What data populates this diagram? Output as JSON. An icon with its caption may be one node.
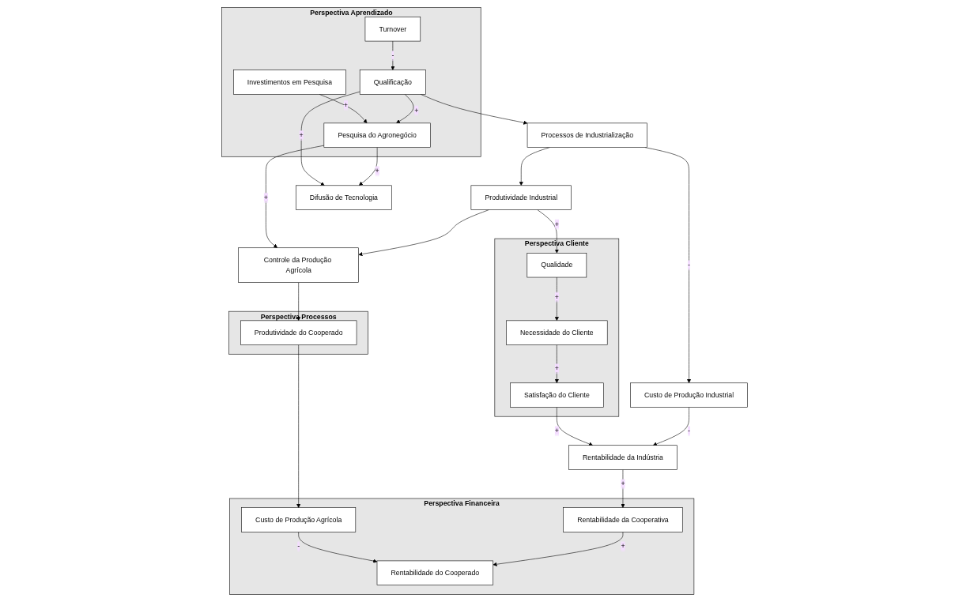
{
  "diagram": {
    "nodes": [
      {
        "text": [
          "Perspectiva Financeira"
        ]
      },
      {
        "text": [
          "Rentabilidade do Cooperado"
        ],
        "in": 0
      },
      {
        "text": [
          "Custo de Produção Agrícola"
        ],
        "in": 0
      },
      {
        "text": [
          "Rentabilidade da Cooperativa"
        ],
        "in": 0
      },
      {
        "text": [
          "Rentabilidade da Indústria"
        ]
      },
      {
        "text": [
          "Custo de Produção Industrial"
        ]
      },
      {
        "text": [
          "Perspectiva Cliente"
        ]
      },
      {
        "text": [
          "Satisfação do Cliente"
        ],
        "in": 6
      },
      {
        "text": [
          "Necessidade do Cliente"
        ],
        "in": 6
      },
      {
        "text": [
          "Qualidade"
        ],
        "in": 6
      },
      {
        "text": [
          "Produtividade Industrial"
        ]
      },
      {
        "text": [
          "Perspectiva Processos"
        ]
      },
      {
        "text": [
          "Processos de Industrialização"
        ]
      },
      {
        "text": [
          "Produtividade do Cooperado"
        ],
        "in": 11
      },
      {
        "text": [
          "Difusão de Tecnologia"
        ]
      },
      {
        "text": [
          "Controle da Produção Agrícola"
        ]
      },
      {
        "text": [
          "Perspectiva Aprendizado"
        ]
      },
      {
        "text": [
          "Pesquisa do Agronegócio"
        ],
        "in": 16
      },
      {
        "text": [
          "Qualificação"
        ],
        "in": 16
      },
      {
        "text": [
          "Investimentos em Pesquisa"
        ],
        "in": 16
      },
      {
        "text": [
          "Turnover"
        ],
        "in": 16
      }
    ],
    "edges": [
      {
        "from": 3,
        "to": 1,
        "arrow": "to",
        "label": "+"
      },
      {
        "from": 2,
        "to": 1,
        "arrow": "to",
        "label": "-"
      },
      {
        "from": 4,
        "to": 3,
        "arrow": "to",
        "label": "+"
      },
      {
        "from": 5,
        "to": 4,
        "arrow": "to",
        "label": "-"
      },
      {
        "from": 7,
        "to": 4,
        "arrow": "to",
        "label": "+"
      },
      {
        "from": 8,
        "to": 7,
        "arrow": "to",
        "label": "+"
      },
      {
        "from": 9,
        "to": 8,
        "arrow": "to",
        "label": "+"
      },
      {
        "from": 10,
        "to": 9,
        "arrow": "to",
        "label": "+"
      },
      {
        "from": 12,
        "to": 10,
        "arrow": "to"
      },
      {
        "from": 12,
        "to": 5,
        "arrow": "to",
        "label": "-"
      },
      {
        "from": 13,
        "to": 2,
        "arrow": "to"
      },
      {
        "from": 15,
        "to": 13,
        "arrow": "to"
      },
      {
        "from": 10,
        "to": 15,
        "arrow": "to"
      },
      {
        "from": 17,
        "to": 14,
        "arrow": "to",
        "label": "+"
      },
      {
        "from": 18,
        "to": 14,
        "arrow": "to",
        "label": "+"
      },
      {
        "from": 18,
        "to": 12,
        "arrow": "to"
      },
      {
        "from": 18,
        "to": 17,
        "arrow": "to",
        "label": "+"
      },
      {
        "from": 19,
        "to": 17,
        "arrow": "to",
        "label": "+"
      },
      {
        "from": 20,
        "to": 18,
        "arrow": "to",
        "label": "-"
      },
      {
        "from": 17,
        "to": 15,
        "arrow": "to",
        "label": "+"
      }
    ]
  }
}
